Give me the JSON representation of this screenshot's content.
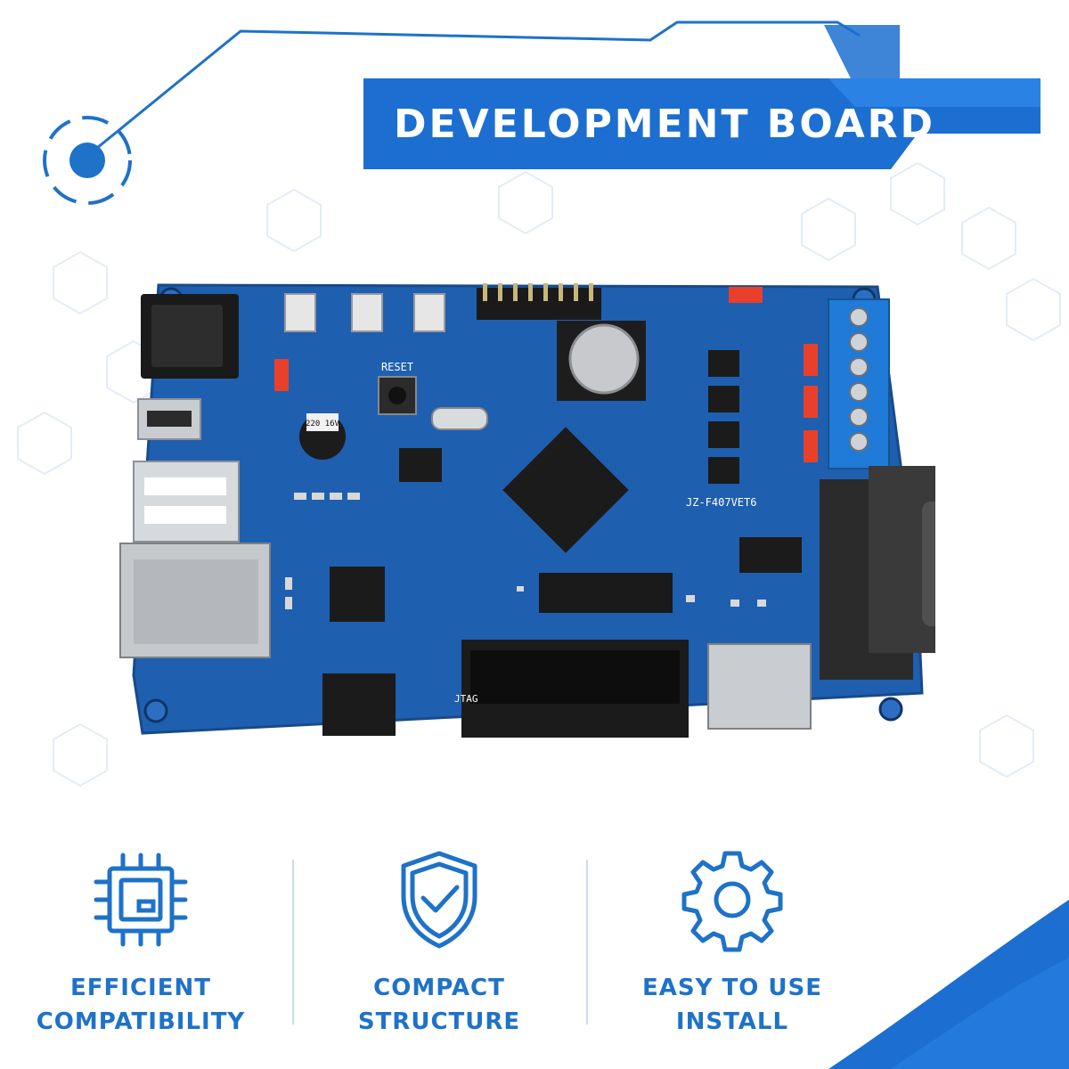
{
  "banner": {
    "title": "DEVELOPMENT BOARD"
  },
  "board": {
    "model_label": "JZ-F407VET6",
    "reset_label": "RESET",
    "jtag_label": "JTAG",
    "cap_label": "220 16V"
  },
  "features": [
    {
      "icon": "chip-icon",
      "line1": "EFFICIENT",
      "line2": "COMPATIBILITY"
    },
    {
      "icon": "shield-check-icon",
      "line1": "COMPACT",
      "line2": "STRUCTURE"
    },
    {
      "icon": "gear-icon",
      "line1": "EASY TO USE",
      "line2": "INSTALL"
    }
  ],
  "colors": {
    "accent": "#1e72c8",
    "banner": "#1c6fd0",
    "board": "#1f5fb0",
    "jumper": "#e8402a",
    "terminal": "#1f7ad8"
  }
}
